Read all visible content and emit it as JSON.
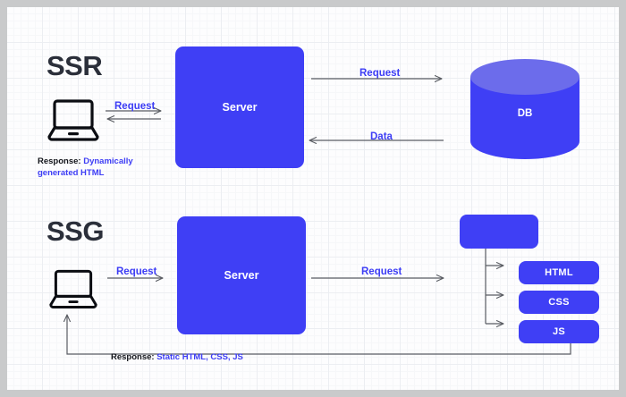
{
  "diagram": {
    "title_ssr": "SSR",
    "title_ssg": "SSG",
    "colors": {
      "accent_blue": "#3f3ff5",
      "label_blue": "#3d3df5",
      "cylinder_top": "#6c6ceb",
      "arrow_gray": "#5a5d63",
      "title_dark": "#2b2f3a",
      "sheet_bg": "#fdfdfe",
      "frame_gray": "#c9cacb"
    }
  },
  "ssr": {
    "client": {
      "icon": "laptop-icon"
    },
    "request_label": "Request",
    "response_prefix": "Response:",
    "response_value": "Dynamically generated HTML",
    "server_label": "Server",
    "db_request_label": "Request",
    "db_data_label": "Data",
    "db_label": "DB"
  },
  "ssg": {
    "client": {
      "icon": "laptop-icon"
    },
    "request_label": "Request",
    "server_label": "Server",
    "server_request_label": "Request",
    "static_box_label": "",
    "assets": [
      {
        "label": "HTML"
      },
      {
        "label": "CSS"
      },
      {
        "label": "JS"
      }
    ],
    "response_prefix": "Response:",
    "response_value": "Static HTML, CSS, JS"
  }
}
